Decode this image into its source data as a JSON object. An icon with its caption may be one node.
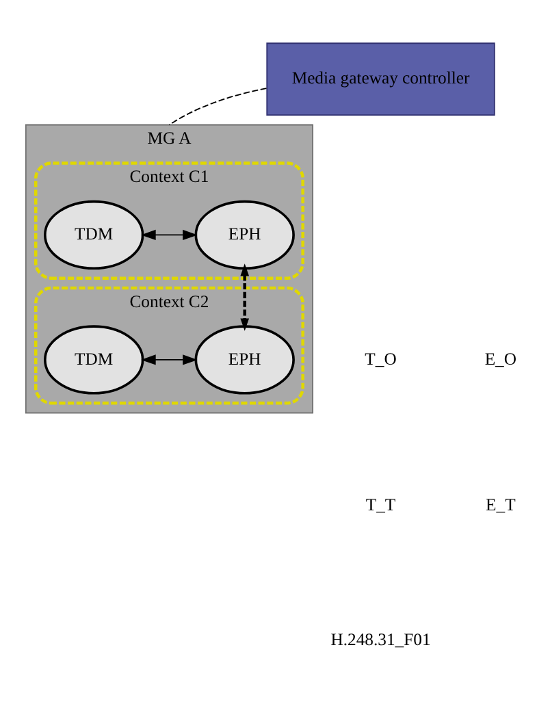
{
  "diagram": {
    "nodes": [
      {
        "text": [
          "Media gateway controller"
        ]
      },
      {
        "text": [
          "MG A"
        ]
      },
      {
        "text": [
          "Context C1"
        ],
        "in": 1
      },
      {
        "text": [
          "TDM"
        ],
        "in": 2
      },
      {
        "text": [
          "EPH"
        ],
        "in": 2
      },
      {
        "text": [
          "Context C2"
        ],
        "in": 1
      },
      {
        "text": [
          "TDM"
        ],
        "in": 5
      },
      {
        "text": [
          "EPH"
        ],
        "in": 5
      }
    ],
    "edges": [
      {
        "from": 0,
        "to": 1,
        "arrow": "none",
        "style": "dashed"
      },
      {
        "from": 3,
        "to": 4,
        "arrow": "both"
      },
      {
        "from": 6,
        "to": 7,
        "arrow": "both"
      },
      {
        "from": 4,
        "to": 7,
        "arrow": "both",
        "style": "dashed"
      }
    ],
    "labels": [
      "T_O",
      "E_O",
      "T_T",
      "E_T",
      "H.248.31_F01"
    ]
  }
}
